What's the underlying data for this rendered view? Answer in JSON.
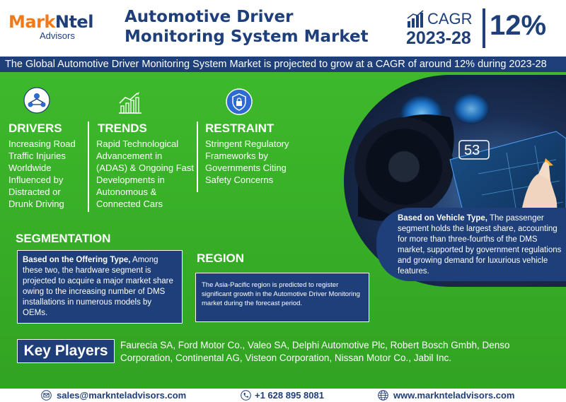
{
  "header": {
    "logo": {
      "mark": "Mark",
      "ntel": "Ntel",
      "sub": "Advisors"
    },
    "title": "Automotive Driver Monitoring System Market",
    "cagr": {
      "label": "CAGR",
      "period": "2023-28",
      "value": "12%"
    }
  },
  "banner": "The Global Automotive Driver Monitoring System Market is projected to grow at a CAGR of around 12% during 2023-28",
  "columns": {
    "drivers": {
      "icon": "drivers-network-icon",
      "title": "DRIVERS",
      "text": "Increasing Road Traffic Injuries Worldwide Influenced by Distracted or Drunk Driving"
    },
    "trends": {
      "icon": "trends-chart-icon",
      "title": "TRENDS",
      "text": "Rapid Technological Advancement in (ADAS) & Ongoing Fast Developments in Autonomous & Connected Cars"
    },
    "restraint": {
      "icon": "restraint-shield-icon",
      "title": "RESTRAINT",
      "text": "Stringent Regulatory Frameworks by Governments Citing Safety Concerns"
    }
  },
  "segmentation": {
    "title": "SEGMENTATION",
    "bold": "Based on the Offering Type,",
    "text": " Among these two, the hardware segment is projected to acquire a major market share owing to the increasing number of DMS installations in numerous models by OEMs."
  },
  "region": {
    "title": "REGION",
    "text": "The Asia-Pacific region is predicted to register significant growth in the Automotive Driver Monitoring market during the forecast period."
  },
  "vehicle_type": {
    "bold": "Based on Vehicle Type,",
    "text": " The passenger segment holds the largest share, accounting for more than three-fourths of the DMS market, supported by government regulations and growing demand for luxurious vehicle features."
  },
  "car_display": {
    "speed": "53"
  },
  "key_players": {
    "title": "Key Players",
    "text": "Faurecia SA, Ford Motor Co., Valeo SA, Delphi Automotive Plc, Robert Bosch Gmbh, Denso Corporation, Continental AG, Visteon Corporation, Nissan Motor Co., Jabil Inc."
  },
  "footer": {
    "email": "sales@marknteladvisors.com",
    "phone": "+1 628 895 8081",
    "website": "www.marknteladvisors.com"
  },
  "colors": {
    "navy": "#1e3f7a",
    "green": "#3db92b",
    "orange": "#f07a1a"
  }
}
